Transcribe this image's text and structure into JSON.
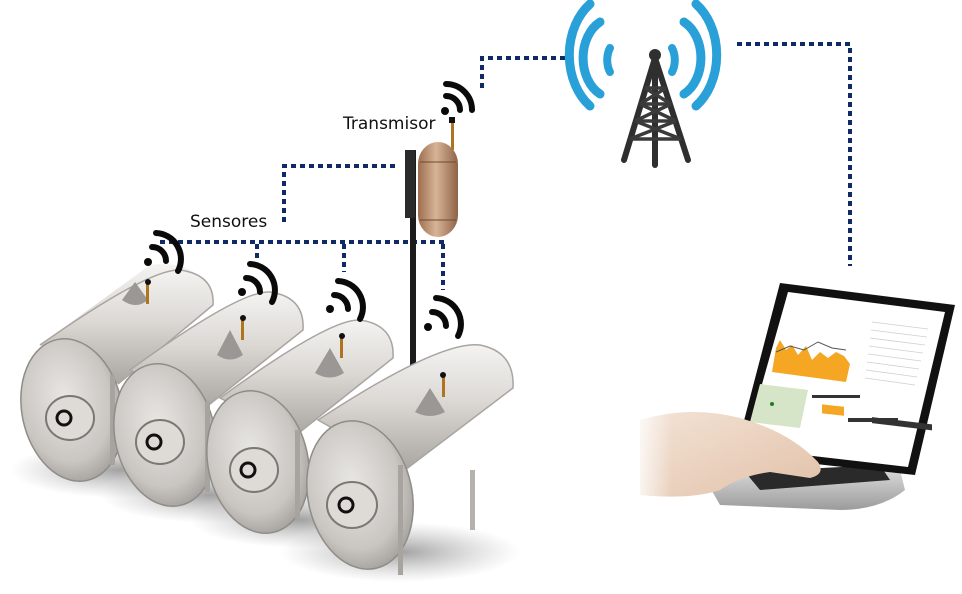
{
  "labels": {
    "transmitter": "Transmisor",
    "sensors": "Sensores"
  },
  "colors": {
    "link_dots": "#0f2a66",
    "tower_waves": "#2aa0d8",
    "tower_body": "#2c2c2c",
    "signal_black": "#0a0a0a",
    "tank_steel": "#d6d3cf",
    "transmitter_copper": "#b88a68",
    "screen_accent": "#f5a623"
  },
  "nodes": {
    "tanks": [
      {
        "id": "tank-1",
        "has_sensor": true
      },
      {
        "id": "tank-2",
        "has_sensor": true
      },
      {
        "id": "tank-3",
        "has_sensor": true
      },
      {
        "id": "tank-4",
        "has_sensor": true
      }
    ],
    "transmitter": {
      "id": "transmitter"
    },
    "tower": {
      "id": "cell-tower"
    },
    "laptop": {
      "id": "laptop-dashboard"
    }
  }
}
